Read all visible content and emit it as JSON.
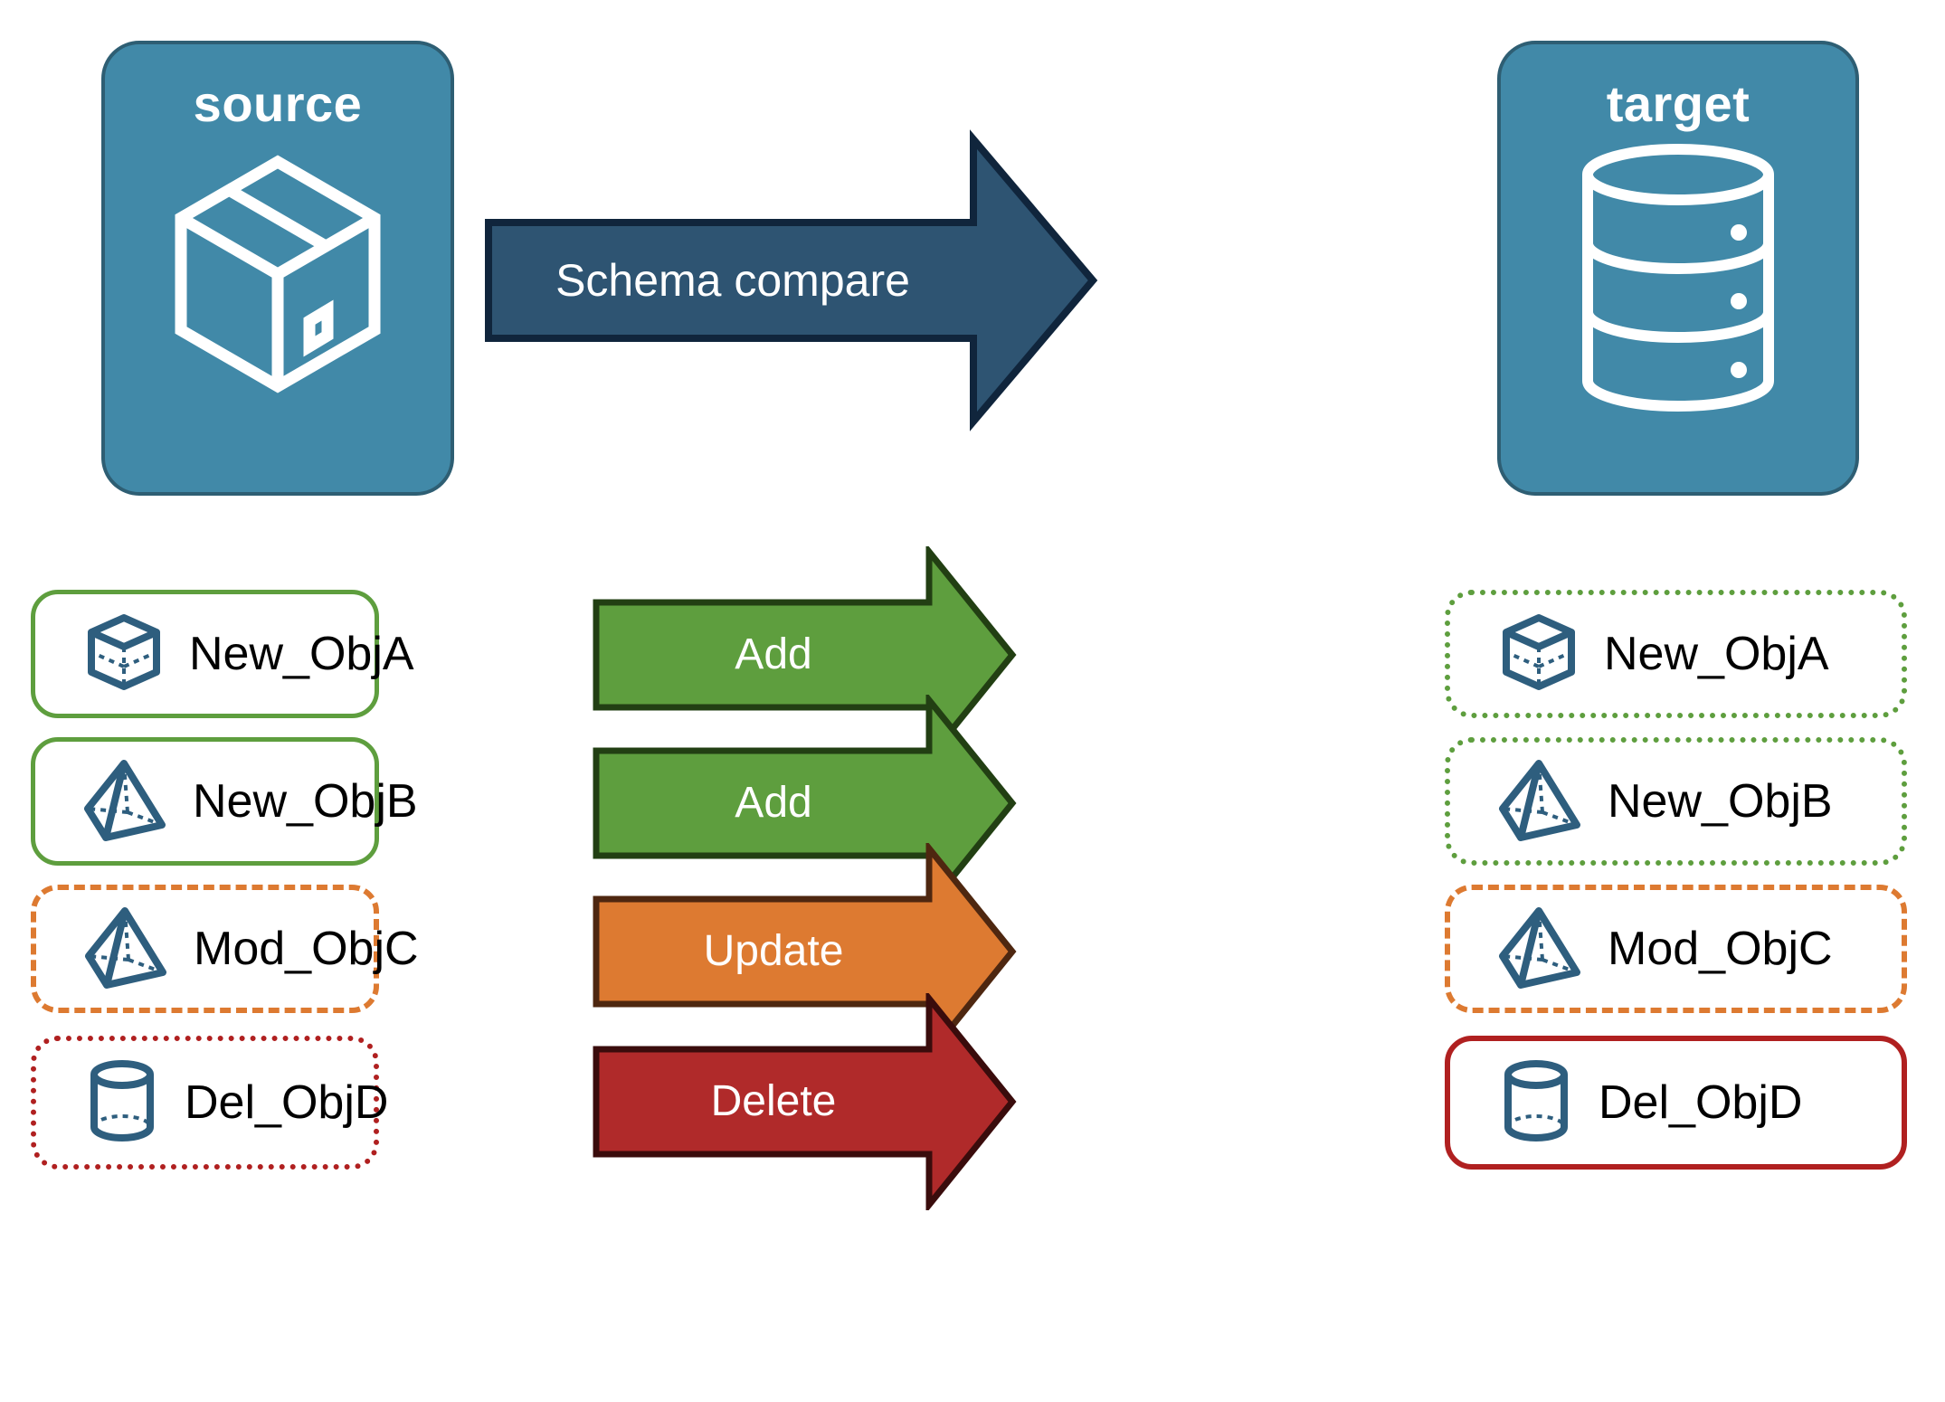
{
  "diagram": {
    "title": "Schema compare between source and target",
    "colors": {
      "endpoint_fill": "#4189A8",
      "endpoint_border": "#2E5E73",
      "compare_arrow_fill": "#2E5472",
      "compare_arrow_border": "#10253C",
      "add_fill": "#5E9E3E",
      "add_border": "#223F13",
      "update_fill": "#DD7A31",
      "update_border": "#4E2710",
      "delete_fill": "#B02A2A",
      "delete_border": "#3A0C0C",
      "object_icon": "#2E5E7E",
      "label_text": "#000000"
    }
  },
  "endpoints": {
    "source": {
      "label": "source",
      "icon": "package-cube-icon"
    },
    "target": {
      "label": "target",
      "icon": "database-cylinder-icon"
    }
  },
  "compare_arrow": {
    "label": "Schema compare",
    "direction": "right"
  },
  "rows": [
    {
      "action": "Add",
      "action_kind": "add",
      "source": {
        "label": "New_ObjA",
        "icon": "wireframe-cube-icon",
        "border_style": "solid",
        "border_color": "#5E9E3E"
      },
      "target": {
        "label": "New_ObjA",
        "icon": "wireframe-cube-icon",
        "border_style": "dotted",
        "border_color": "#5E9E3E"
      }
    },
    {
      "action": "Add",
      "action_kind": "add",
      "source": {
        "label": "New_ObjB",
        "icon": "wireframe-pyramid-icon",
        "border_style": "solid",
        "border_color": "#5E9E3E"
      },
      "target": {
        "label": "New_ObjB",
        "icon": "wireframe-pyramid-icon",
        "border_style": "dotted",
        "border_color": "#5E9E3E"
      }
    },
    {
      "action": "Update",
      "action_kind": "update",
      "source": {
        "label": "Mod_ObjC",
        "icon": "wireframe-pyramid-icon",
        "border_style": "dashed",
        "border_color": "#DD7A31"
      },
      "target": {
        "label": "Mod_ObjC",
        "icon": "wireframe-pyramid-icon",
        "border_style": "dashed",
        "border_color": "#DD7A31"
      }
    },
    {
      "action": "Delete",
      "action_kind": "delete",
      "source": {
        "label": "Del_ObjD",
        "icon": "wireframe-cylinder-icon",
        "border_style": "dotted",
        "border_color": "#B02020"
      },
      "target": {
        "label": "Del_ObjD",
        "icon": "wireframe-cylinder-icon",
        "border_style": "solid",
        "border_color": "#B02020"
      }
    }
  ]
}
